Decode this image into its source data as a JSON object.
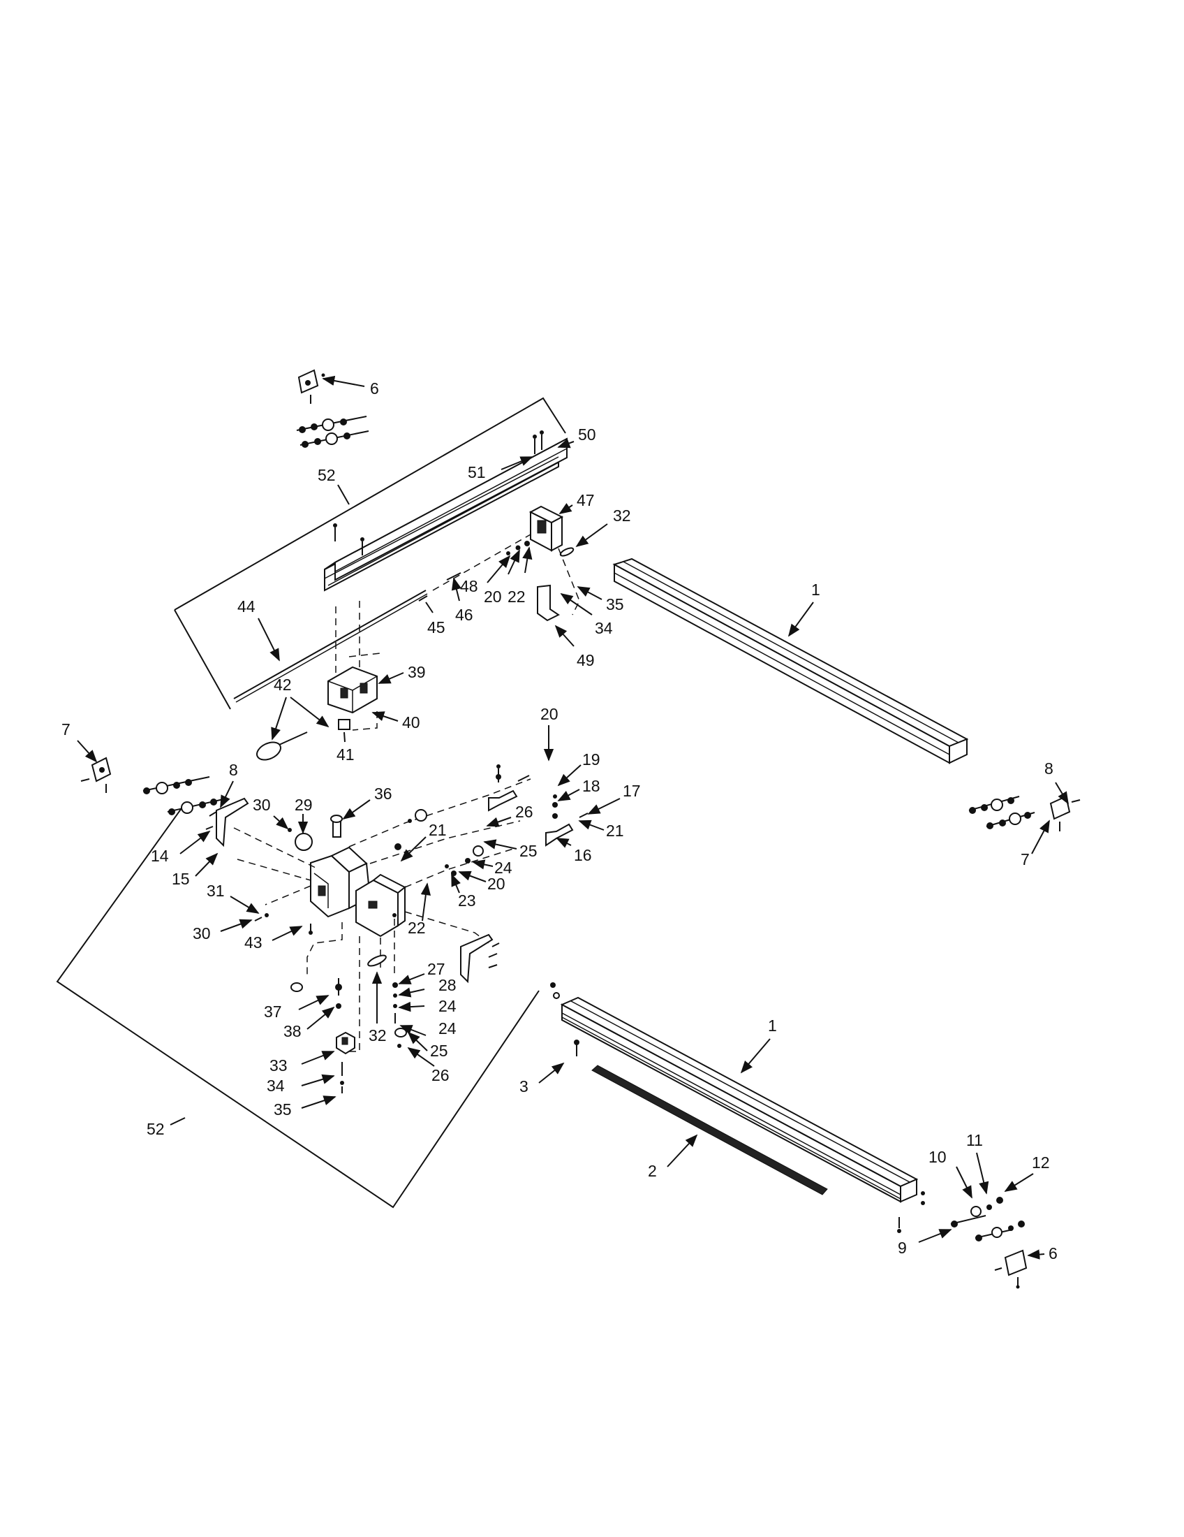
{
  "diagram": {
    "kind": "exploded-parts-view",
    "callouts": [
      {
        "id": "c6a",
        "text": "6"
      },
      {
        "id": "c50",
        "text": "50"
      },
      {
        "id": "c51",
        "text": "51"
      },
      {
        "id": "c52a",
        "text": "52"
      },
      {
        "id": "c47",
        "text": "47"
      },
      {
        "id": "c32a",
        "text": "32"
      },
      {
        "id": "c48",
        "text": "48"
      },
      {
        "id": "c20a",
        "text": "20"
      },
      {
        "id": "c22a",
        "text": "22"
      },
      {
        "id": "c35a",
        "text": "35"
      },
      {
        "id": "c34a",
        "text": "34"
      },
      {
        "id": "c49",
        "text": "49"
      },
      {
        "id": "c46",
        "text": "46"
      },
      {
        "id": "c45",
        "text": "45"
      },
      {
        "id": "c44",
        "text": "44"
      },
      {
        "id": "c39",
        "text": "39"
      },
      {
        "id": "c40",
        "text": "40"
      },
      {
        "id": "c41",
        "text": "41"
      },
      {
        "id": "c42",
        "text": "42"
      },
      {
        "id": "c1a",
        "text": "1"
      },
      {
        "id": "c7a",
        "text": "7"
      },
      {
        "id": "c8a",
        "text": "8"
      },
      {
        "id": "c30a",
        "text": "30"
      },
      {
        "id": "c29",
        "text": "29"
      },
      {
        "id": "c36",
        "text": "36"
      },
      {
        "id": "c20b",
        "text": "20"
      },
      {
        "id": "c19",
        "text": "19"
      },
      {
        "id": "c18",
        "text": "18"
      },
      {
        "id": "c17",
        "text": "17"
      },
      {
        "id": "c26a",
        "text": "26"
      },
      {
        "id": "c21a",
        "text": "21"
      },
      {
        "id": "c21b",
        "text": "21"
      },
      {
        "id": "c16",
        "text": "16"
      },
      {
        "id": "c25a",
        "text": "25"
      },
      {
        "id": "c24a",
        "text": "24"
      },
      {
        "id": "c20c",
        "text": "20"
      },
      {
        "id": "c23",
        "text": "23"
      },
      {
        "id": "c14",
        "text": "14"
      },
      {
        "id": "c15",
        "text": "15"
      },
      {
        "id": "c31",
        "text": "31"
      },
      {
        "id": "c30b",
        "text": "30"
      },
      {
        "id": "c43",
        "text": "43"
      },
      {
        "id": "c22b",
        "text": "22"
      },
      {
        "id": "c27",
        "text": "27"
      },
      {
        "id": "c28",
        "text": "28"
      },
      {
        "id": "c24b",
        "text": "24"
      },
      {
        "id": "c24c",
        "text": "24"
      },
      {
        "id": "c25b",
        "text": "25"
      },
      {
        "id": "c26b",
        "text": "26"
      },
      {
        "id": "c37",
        "text": "37"
      },
      {
        "id": "c38",
        "text": "38"
      },
      {
        "id": "c32b",
        "text": "32"
      },
      {
        "id": "c33",
        "text": "33"
      },
      {
        "id": "c34b",
        "text": "34"
      },
      {
        "id": "c35b",
        "text": "35"
      },
      {
        "id": "c52b",
        "text": "52"
      },
      {
        "id": "c8b",
        "text": "8"
      },
      {
        "id": "c7b",
        "text": "7"
      },
      {
        "id": "c1b",
        "text": "1"
      },
      {
        "id": "c3",
        "text": "3"
      },
      {
        "id": "c2",
        "text": "2"
      },
      {
        "id": "c10",
        "text": "10"
      },
      {
        "id": "c11",
        "text": "11"
      },
      {
        "id": "c12",
        "text": "12"
      },
      {
        "id": "c9",
        "text": "9"
      },
      {
        "id": "c6b",
        "text": "6"
      }
    ]
  }
}
